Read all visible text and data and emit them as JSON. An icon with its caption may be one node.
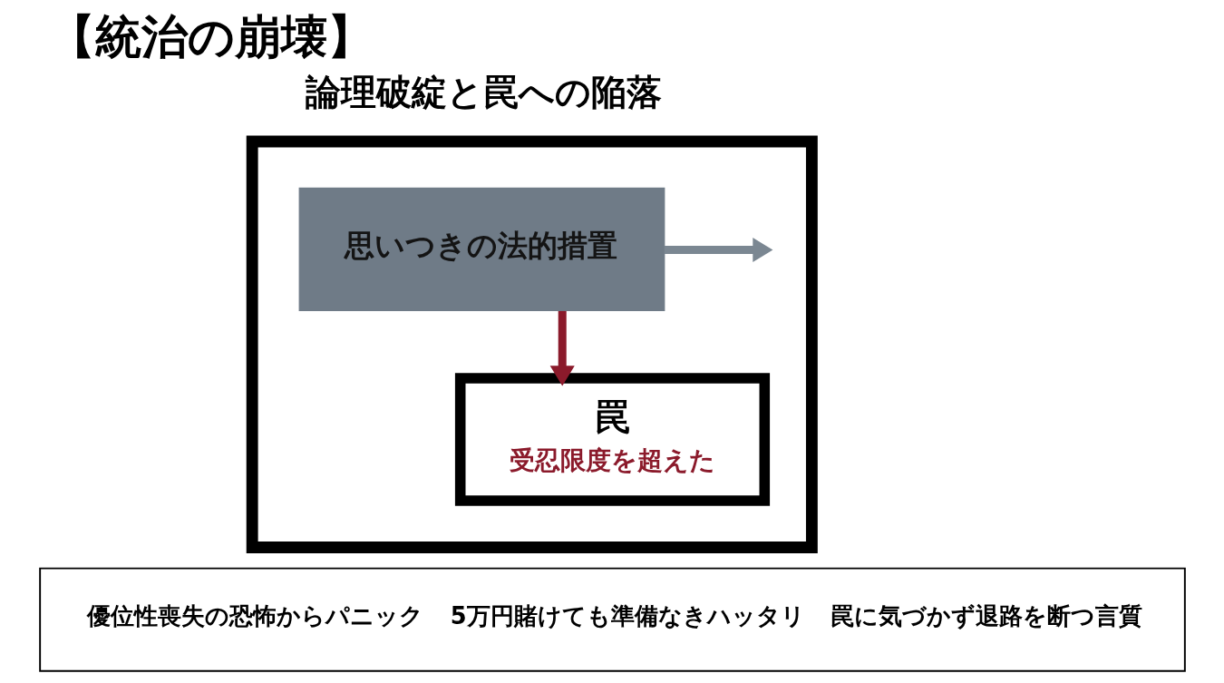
{
  "diagram": {
    "title": "【統治の崩壊】",
    "nodes": [
      {
        "text": [],
        "shape": "box"
      },
      {
        "text": [
          "思いつきの法的措置"
        ],
        "in": 0
      },
      {
        "text": [
          "罠",
          "受忍限度を超えた"
        ],
        "in": 0
      },
      {
        "text": [
          "優位性喪失の恐怖からパニック",
          "5万円賭けても準備なきハッタリ",
          "罠に気づかず退路を断つ言質"
        ]
      }
    ],
    "edges": [
      {
        "from": 1,
        "to": null,
        "arrow": "to",
        "color": "#7b8792"
      },
      {
        "from": 1,
        "to": 2,
        "arrow": "to",
        "color": "#8b1a2b"
      }
    ],
    "labels": [
      "論理破綻と罠への陥落"
    ]
  }
}
